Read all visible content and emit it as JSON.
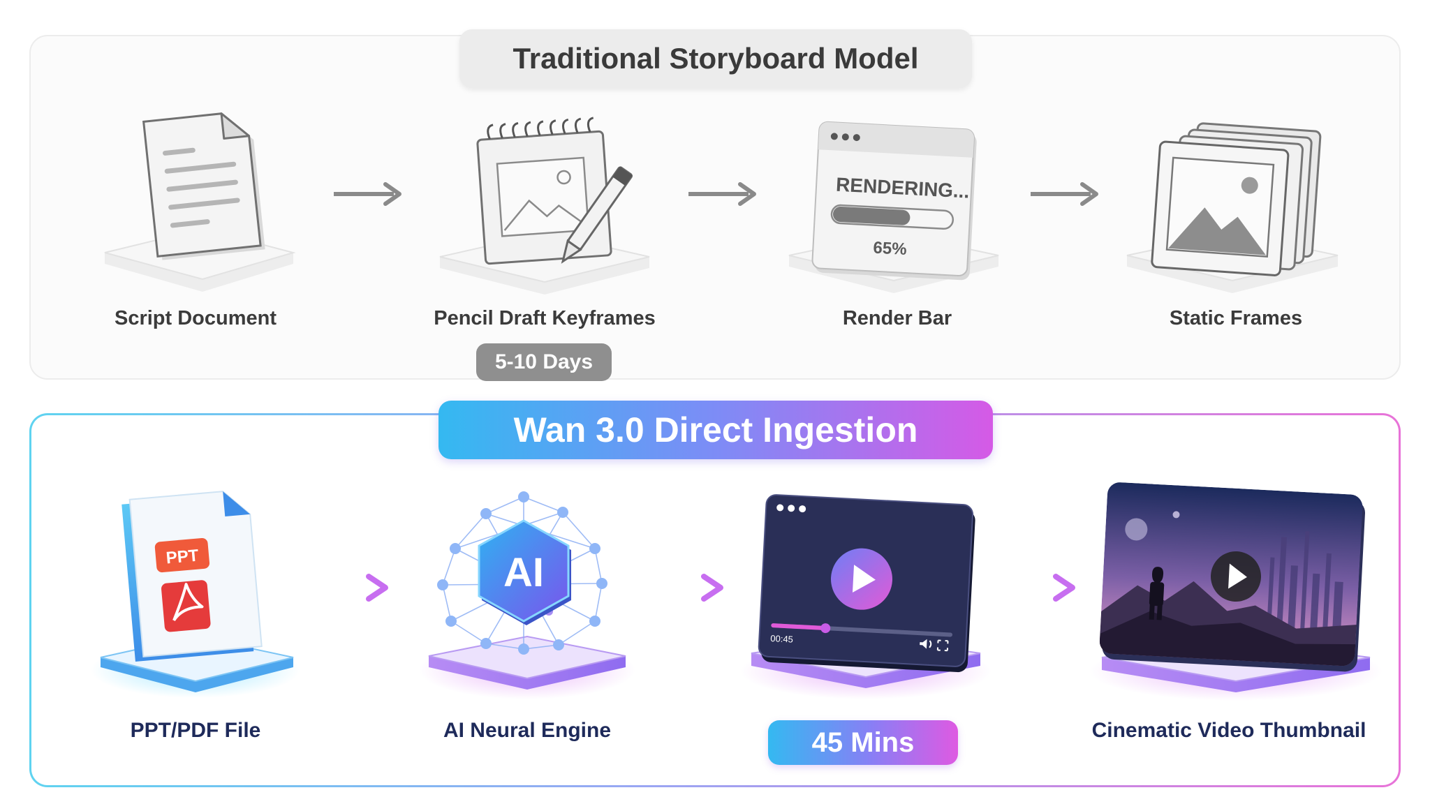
{
  "traditional": {
    "title": "Traditional Storyboard Model",
    "steps": [
      {
        "label": "Script Document"
      },
      {
        "label": "Pencil Draft Keyframes"
      },
      {
        "label": "Render Bar",
        "render_text": "RENDERING...",
        "progress_text": "65%",
        "progress": 0.65
      },
      {
        "label": "Static Frames"
      }
    ],
    "duration_badge": "5-10 Days"
  },
  "wan": {
    "title": "Wan 3.0 Direct Ingestion",
    "steps": [
      {
        "label": "PPT/PDF File",
        "ppt_text": "PPT"
      },
      {
        "label": "AI Neural Engine",
        "ai_text": "AI"
      },
      {
        "label": "",
        "timestamp": "00:45",
        "progress": 0.3
      },
      {
        "label": "Cinematic Video Thumbnail"
      }
    ],
    "duration_badge": "45 Mins"
  },
  "colors": {
    "gray_arrow": "#8a8a8a",
    "gradient_start": "#34b9f1",
    "gradient_mid": "#8a7ef5",
    "gradient_end": "#de5ae2",
    "label_dark_navy": "#1e2a5a"
  }
}
